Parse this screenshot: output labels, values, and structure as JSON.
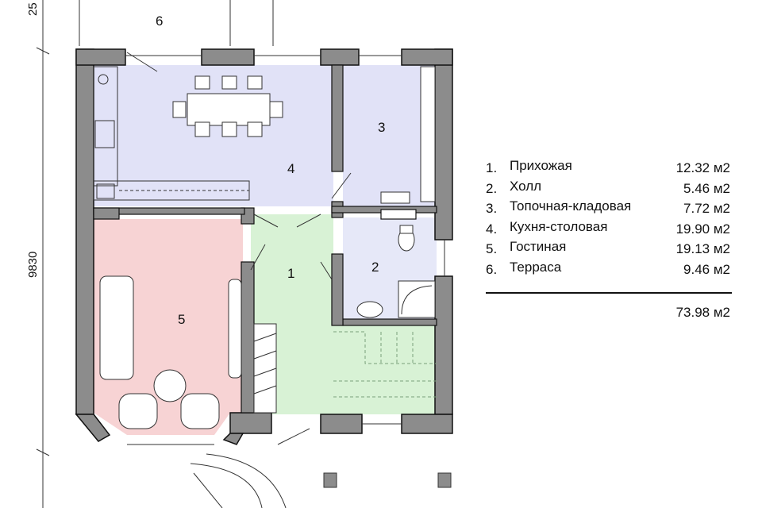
{
  "rooms": [
    {
      "num": "1.",
      "name": "Прихожая",
      "area": "12.32 м2",
      "label": "1"
    },
    {
      "num": "2.",
      "name": "Холл",
      "area": "5.46 м2",
      "label": "2"
    },
    {
      "num": "3.",
      "name": "Топочная-кладовая",
      "area": "7.72 м2",
      "label": "3"
    },
    {
      "num": "4.",
      "name": "Кухня-столовая",
      "area": "19.90 м2",
      "label": "4"
    },
    {
      "num": "5.",
      "name": "Гостиная",
      "area": "19.13 м2",
      "label": "5"
    },
    {
      "num": "6.",
      "name": "Терраса",
      "area": "9.46 м2",
      "label": "6"
    }
  ],
  "total_area": "73.98 м2",
  "dimensions": {
    "height": "9830",
    "top_partial": "25"
  },
  "colors": {
    "wall": "#8c8c8c",
    "kitchen": "#e1e2f7",
    "boiler": "#e1e2f7",
    "hall": "#e6e8f8",
    "living": "#f7d3d4",
    "entry": "#d8f2d5",
    "stairs": "#d8f2d5"
  }
}
